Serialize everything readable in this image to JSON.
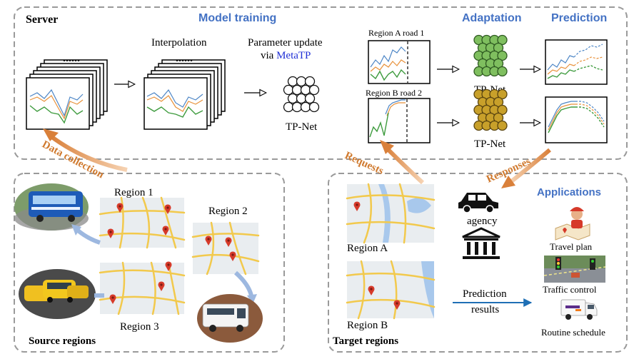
{
  "colors": {
    "panel_border": "#9a9a9a",
    "heading_blue": "#4472c4",
    "metatp_blue": "#1f2fd6",
    "flow_orange": "#d9803a",
    "arrow_blue": "#9db8e0",
    "line_blue": "#4d86c6",
    "line_orange": "#e8913a",
    "line_green": "#3e9b3e",
    "node_green": "#7fbf5f",
    "node_gold": "#c8a02a",
    "map_bg": "#e9edf0",
    "road": "#f2c94c",
    "pin": "#d63a2a"
  },
  "server": {
    "title": "Server",
    "model_training": "Model training",
    "adaptation": "Adaptation",
    "prediction": "Prediction",
    "dots_1": "......",
    "dots_2": "......",
    "interpolation": "Interpolation",
    "param_update_line1": "Parameter update",
    "param_update_via": "via ",
    "metatp": "MetaTP",
    "tpnet_center": "TP-Net",
    "region_a_road": "Region A road 1",
    "region_b_road": "Region B road 2",
    "tpnet_a": "TP-Net",
    "tpnet_b": "TP-Net"
  },
  "flows": {
    "data_collection": "Data collection",
    "requests": "Requests",
    "responses": "Responses"
  },
  "source": {
    "title": "Source regions",
    "region1": "Region 1",
    "region2": "Region 2",
    "region3": "Region 3"
  },
  "target": {
    "title": "Target regions",
    "region_a": "Region A",
    "region_b": "Region B",
    "agency": "agency",
    "applications": "Applications",
    "travel_plan": "Travel plan",
    "traffic_control": "Traffic control",
    "routine_schedule": "Routine schedule",
    "prediction_results_1": "Prediction",
    "prediction_results_2": "results"
  },
  "icons": [
    "car-icon",
    "bank-icon",
    "map-pin-icon",
    "traffic-light-icon",
    "delivery-van-icon",
    "bus-photo",
    "taxi-photo",
    "shuttle-photo"
  ]
}
